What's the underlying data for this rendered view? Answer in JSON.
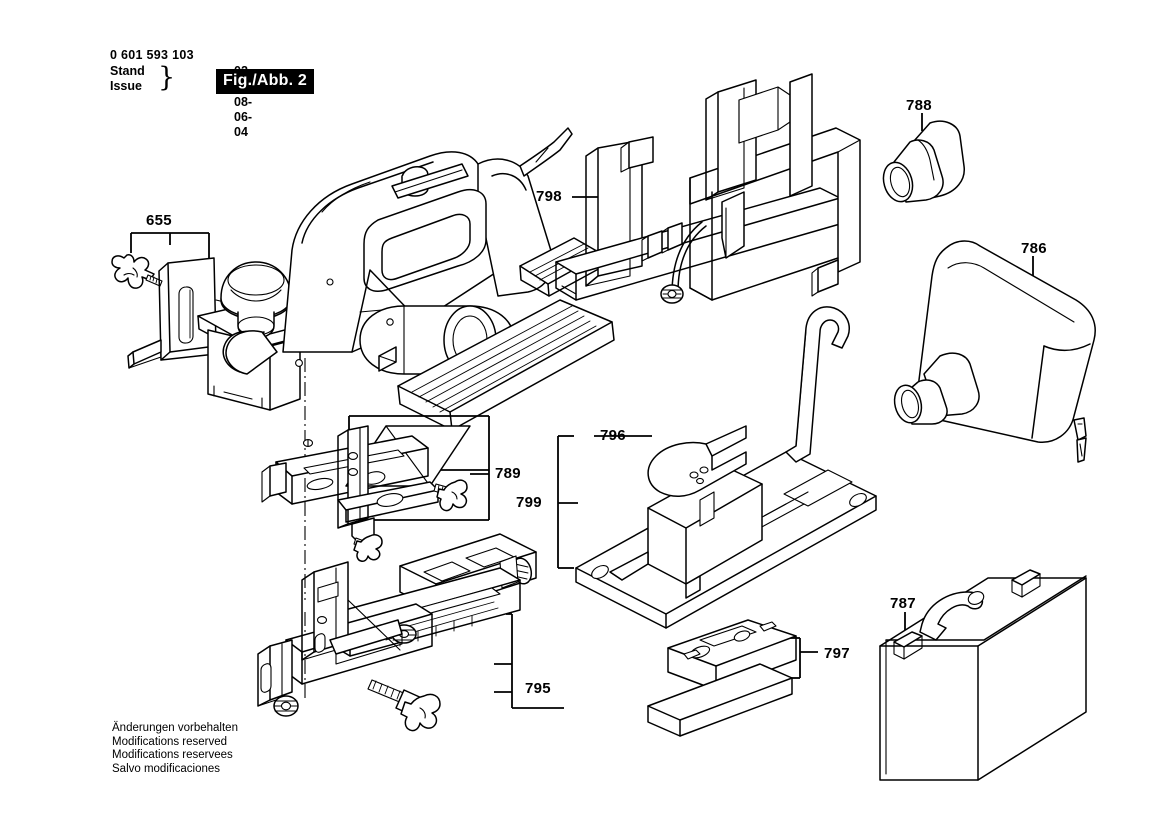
{
  "document": {
    "catalog_number": "0 601 593 103",
    "figure_badge": "Fig./Abb. 2",
    "revision": {
      "stand_label": "Stand",
      "issue_label": "Issue",
      "date_superseded": "02-05",
      "date_current": "08-06-04"
    }
  },
  "footer": {
    "lines": [
      "Änderungen vorbehalten",
      "Modifications reserved",
      "Modifications reservees",
      "Salvo modificaciones"
    ]
  },
  "callouts": [
    {
      "id": "655",
      "number": "655",
      "part": "clamping-knob-and-bracket"
    },
    {
      "id": "798",
      "number": "798",
      "part": "rebate-fence-assembly"
    },
    {
      "id": "788",
      "number": "788",
      "part": "dust-extraction-adapter"
    },
    {
      "id": "786",
      "number": "786",
      "part": "dust-bag"
    },
    {
      "id": "789",
      "number": "789",
      "part": "parallel-guide-fence"
    },
    {
      "id": "796",
      "number": "796",
      "part": "clamp-arm"
    },
    {
      "id": "799",
      "number": "799",
      "part": "bench-mounting-base"
    },
    {
      "id": "795",
      "number": "795",
      "part": "rebate-depth-guide-assembly"
    },
    {
      "id": "797",
      "number": "797",
      "part": "sharpening-jig-and-stone"
    },
    {
      "id": "787",
      "number": "787",
      "part": "carrying-case"
    }
  ],
  "subject": {
    "tool": "electric-hand-planer"
  }
}
